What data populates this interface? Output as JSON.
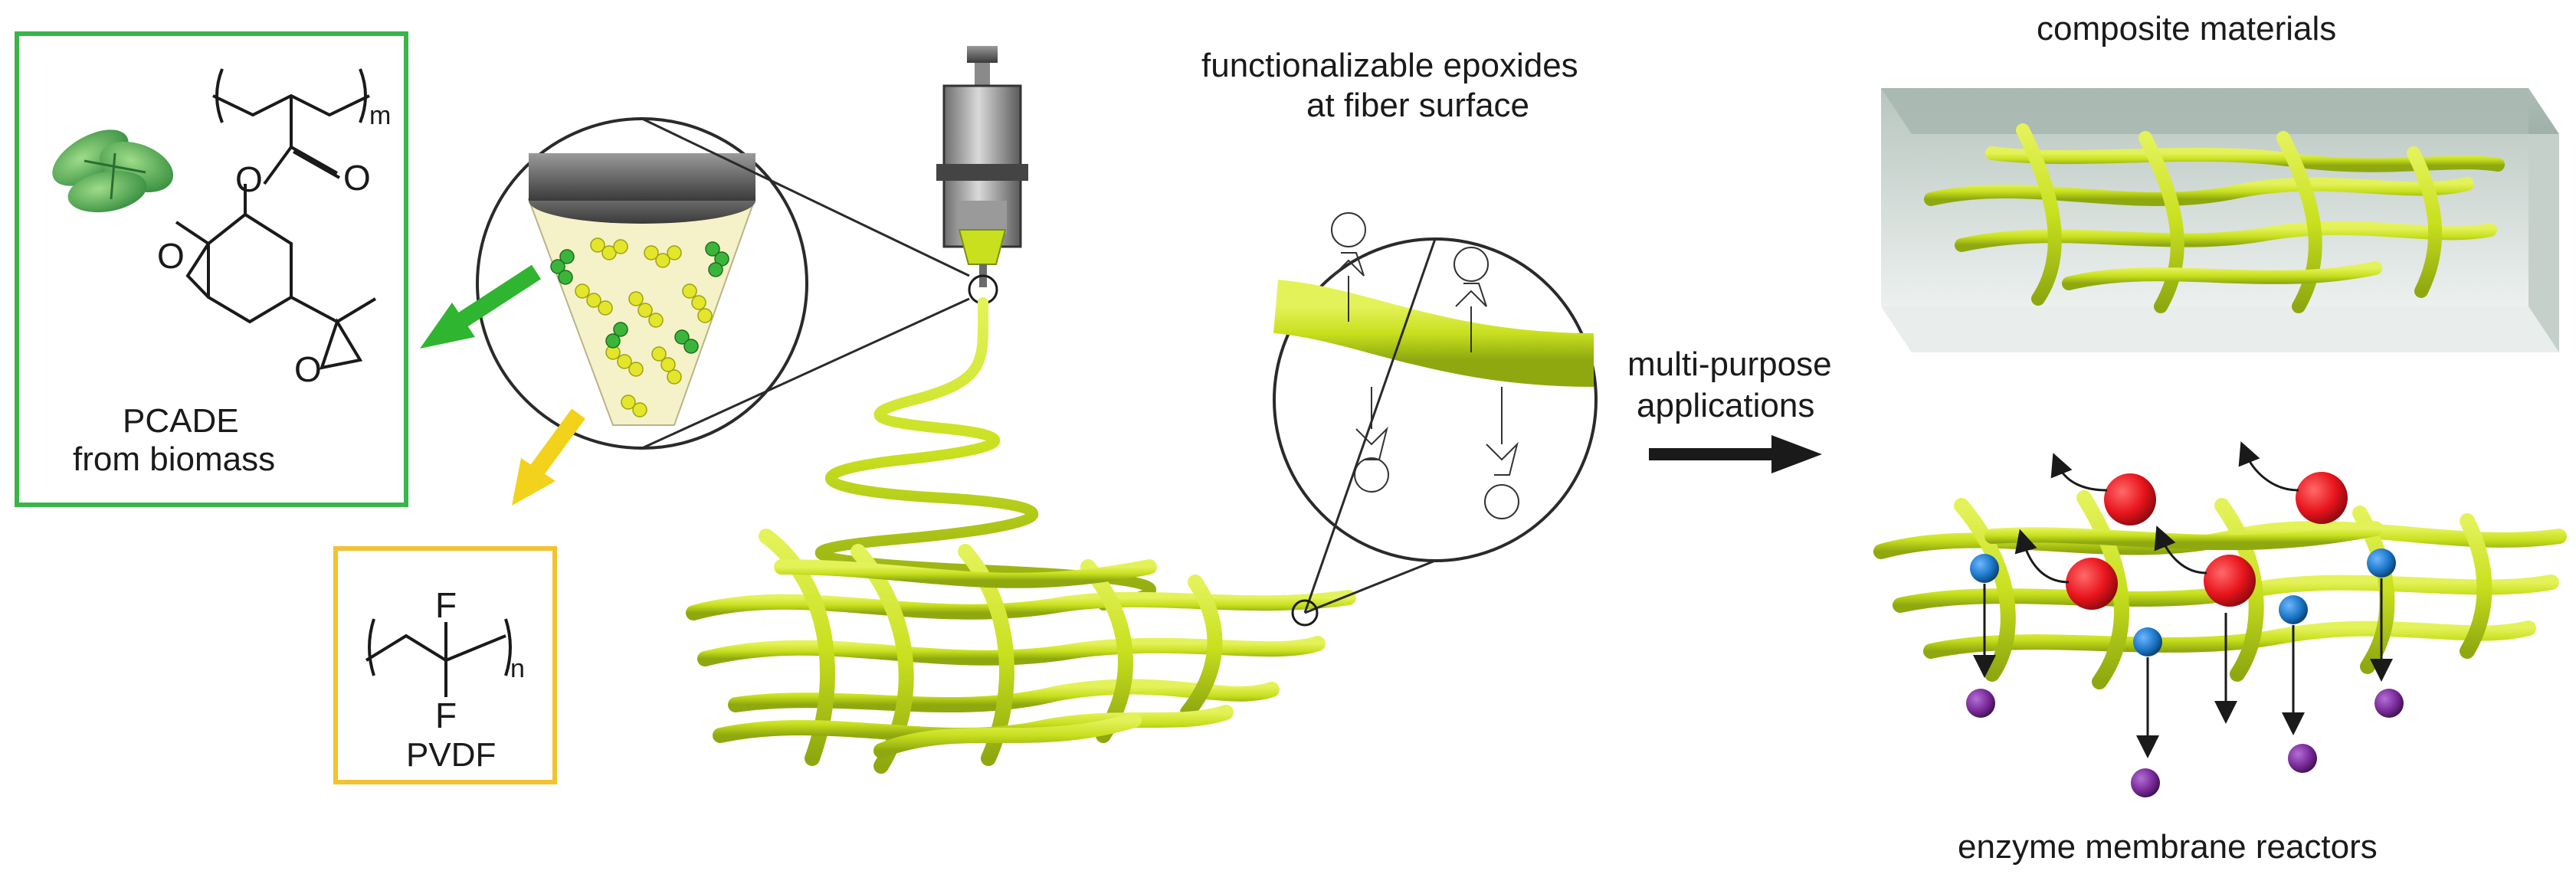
{
  "labels": {
    "pcade_line1": "PCADE",
    "pcade_line2": "from biomass",
    "pvdf": "PVDF",
    "epoxide_line1": "functionalizable epoxides",
    "epoxide_line2": "at fiber surface",
    "apps_line1": "multi-purpose",
    "apps_line2": "applications",
    "composite": "composite materials",
    "reactors": "enzyme membrane reactors"
  },
  "chem": {
    "pcade_repeat": "m",
    "pvdf_repeat": "n",
    "fluorine_top": "F",
    "fluorine_bottom": "F",
    "epoxide_o": "O",
    "ring_o": "O",
    "ester_o": "O",
    "carbonyl_o": "O"
  },
  "colors": {
    "pcade_border": "#39b54a",
    "pvdf_border": "#f2c230",
    "fiber": "#c8e01e",
    "fiber_dark": "#8fa80f",
    "green_arrow": "#2fb52f",
    "yellow_arrow": "#f2d21a",
    "substrate": "#e8141c",
    "enzyme": "#1c78c8",
    "product": "#7a2b9a",
    "box_fill": "#a8b8b2"
  }
}
